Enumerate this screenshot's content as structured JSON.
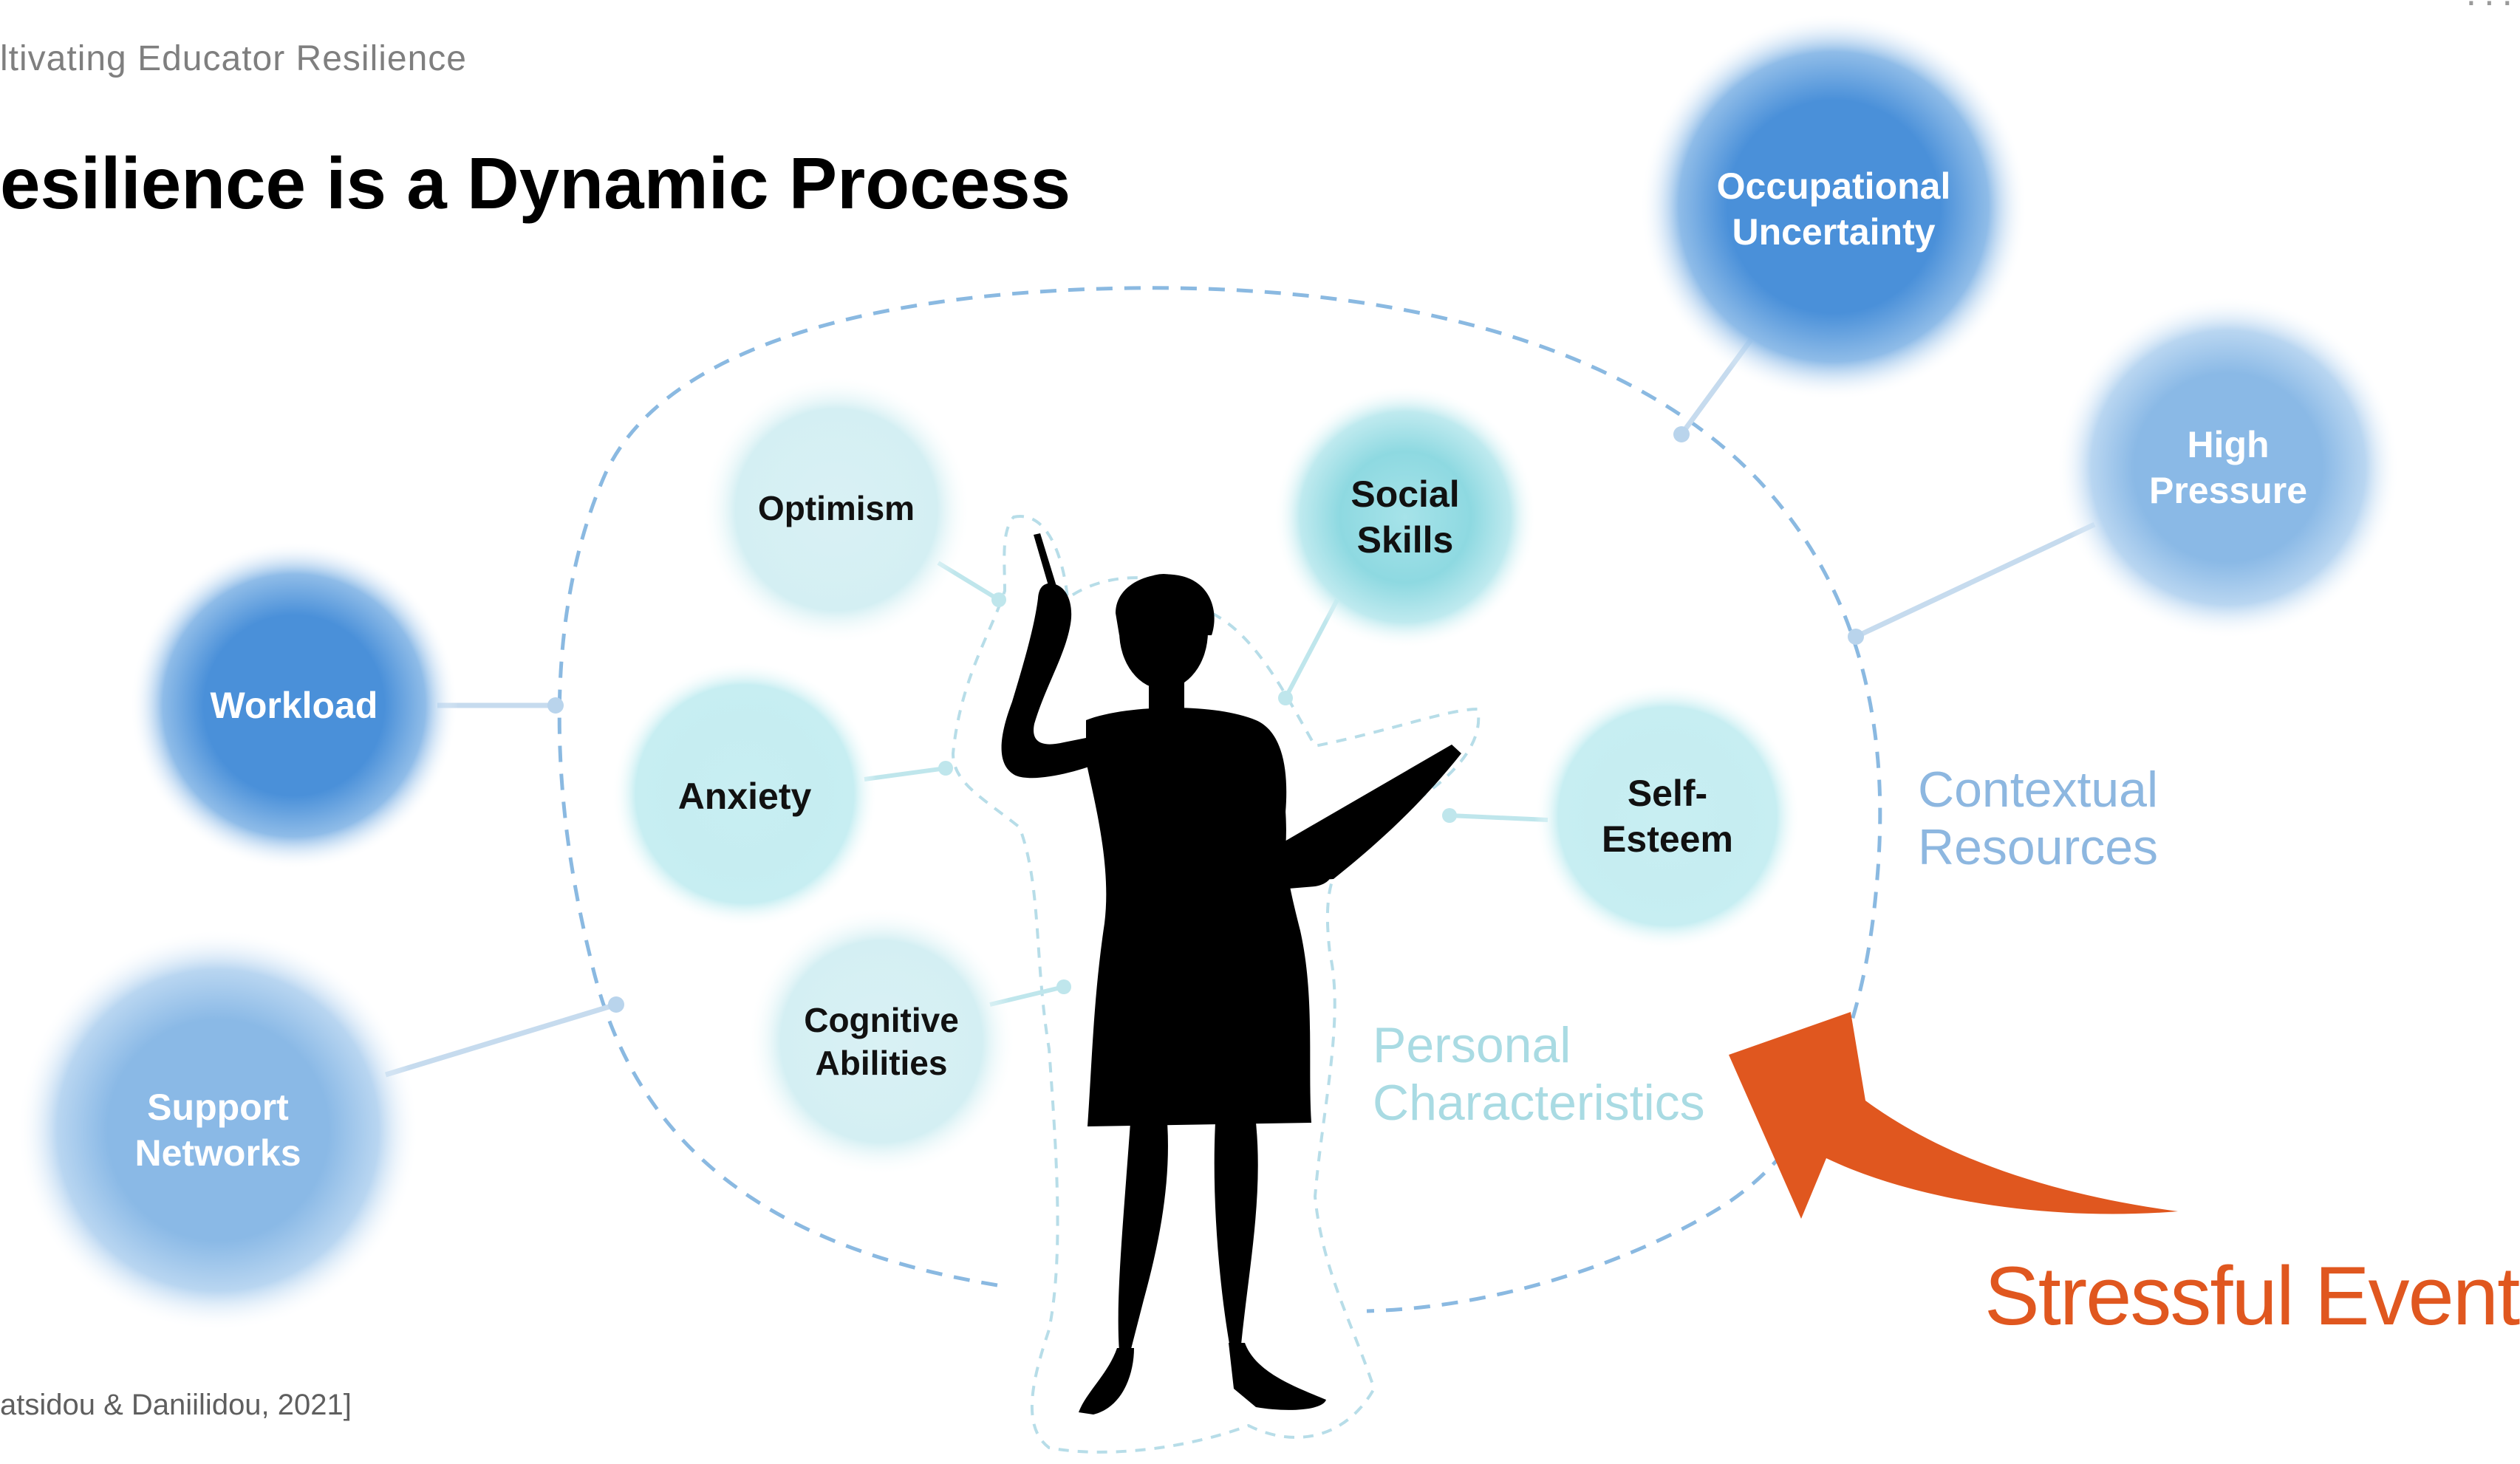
{
  "slide": {
    "deck_title": "ltivating Educator Resilience",
    "title": "esilience is a Dynamic Process",
    "citation": "atsidou & Daniilidou, 2021]",
    "corner_mark": "..."
  },
  "regions": {
    "contextual": [
      "Contextual",
      "Resources"
    ],
    "personal": [
      "Personal",
      "Characteristics"
    ]
  },
  "contextual_factors": [
    {
      "key": "workload",
      "lines": [
        "Workload"
      ]
    },
    {
      "key": "support-networks",
      "lines": [
        "Support",
        "Networks"
      ]
    },
    {
      "key": "occupational-uncertainty",
      "lines": [
        "Occupational",
        "Uncertainty"
      ]
    },
    {
      "key": "high-pressure",
      "lines": [
        "High",
        "Pressure"
      ]
    }
  ],
  "personal_characteristics": [
    {
      "key": "optimism",
      "lines": [
        "Optimism"
      ]
    },
    {
      "key": "anxiety",
      "lines": [
        "Anxiety"
      ]
    },
    {
      "key": "cognitive-abilities",
      "lines": [
        "Cognitive",
        "Abilities"
      ]
    },
    {
      "key": "social-skills",
      "lines": [
        "Social",
        "Skills"
      ]
    },
    {
      "key": "self-esteem",
      "lines": [
        "Self-",
        "Esteem"
      ]
    }
  ],
  "event": {
    "label": "Stressful Event"
  },
  "colors": {
    "context_blue": "#4a90d9",
    "context_blue_light": "#7fb2e3",
    "personal_teal": "#bfe9ee",
    "personal_teal_strong": "#74d3dc",
    "stress_orange": "#e0571f",
    "dashed_line": "#8ab9e1"
  }
}
